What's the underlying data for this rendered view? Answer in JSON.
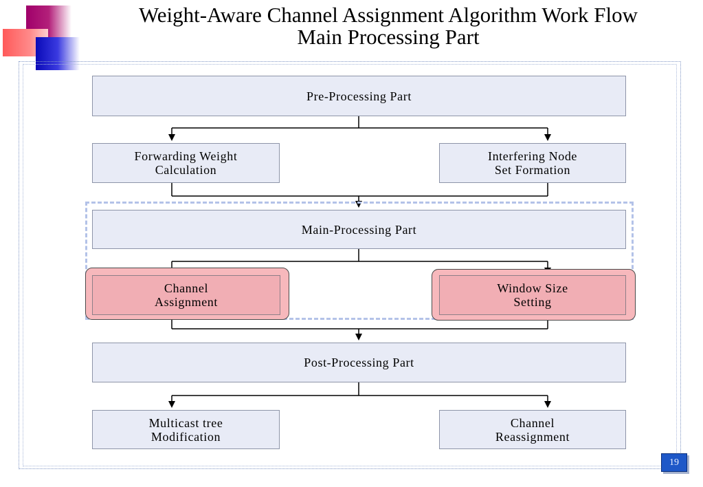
{
  "slide": {
    "title": "Weight-Aware Channel Assignment Algorithm Work Flow\nMain Processing Part",
    "page_number": "19"
  },
  "flow": {
    "pre_processing": "Pre-Processing Part",
    "forwarding_weight": "Forwarding Weight\nCalculation",
    "interfering_node": "Interfering Node\nSet Formation",
    "main_processing": "Main-Processing Part",
    "channel_assignment": "Channel\nAssignment",
    "window_size": "Window Size\nSetting",
    "post_processing": "Post-Processing Part",
    "multicast_tree": "Multicast tree\nModification",
    "channel_reassignment": "Channel\nReassignment"
  },
  "colors": {
    "box_fill": "#e8ebf6",
    "highlight_fill": "#f7b8bc",
    "dashed_border": "#b3c2e8",
    "logo_magenta": "#b0006e",
    "logo_blue": "#1414c8",
    "logo_pink": "#ff6b6b"
  }
}
